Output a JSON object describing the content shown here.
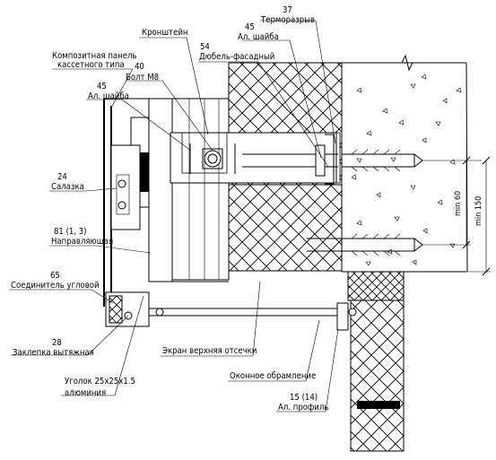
{
  "labels": {
    "composite_panel_1": "Композитная панель",
    "composite_panel_2": "кассетного типа",
    "bracket": "Кронштейн",
    "thermal_break_num": "37",
    "thermal_break": "Терморазрыв",
    "washer_top_num": "45",
    "washer_top": "Ал. шайба",
    "dowel_num": "54",
    "dowel": "Дюбель-фасадный",
    "bolt_num": "40",
    "bolt": "Болт М8",
    "washer_left_num": "45",
    "washer_left": "Ал. шайба",
    "slide_num": "24",
    "slide": "Салазка",
    "guide_num": "81 (1, 3)",
    "guide": "Направляющая",
    "corner_conn_num": "65",
    "corner_conn": "Соединитель угловой",
    "rivet_num": "28",
    "rivet": "Заклепка вытяжная",
    "angle_1": "Уголок 25х25х1.5",
    "angle_2": "алюминия",
    "screen": "Экран верхняя отсечки",
    "window_frame": "Оконное обрамление",
    "al_profile_num": "15 (14)",
    "al_profile": "Ал. профиль"
  },
  "dimensions": {
    "min60": "min 60",
    "min150": "min 150"
  }
}
